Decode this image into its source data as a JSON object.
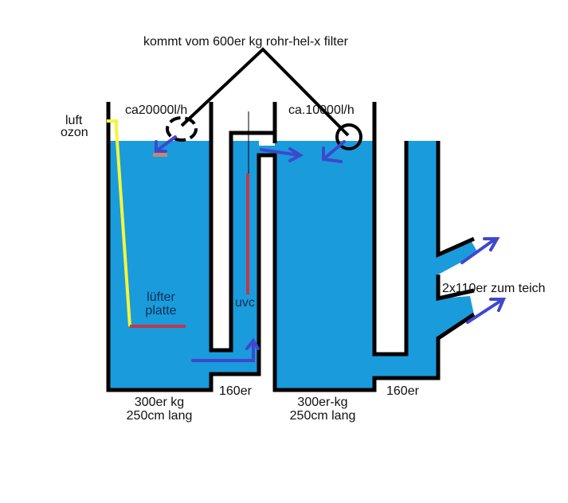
{
  "title": "kommt vom 600er kg rohr-hel-x filter",
  "labels": {
    "luft": "luft",
    "ozon": "ozon",
    "flow1": "ca20000l/h",
    "flow2": "ca.10000l/h",
    "luefter1": "lüfter",
    "luefter2": "platte",
    "uvc": "uvc",
    "outlet": "2x110er zum teich",
    "tank1_a": "300er kg",
    "tank1_b": "250cm lang",
    "pipe1": "160er",
    "tank2_a": "300er-kg",
    "tank2_b": "250cm lang",
    "pipe2": "160er"
  },
  "colors": {
    "water": "#1a9bdc",
    "wall": "#000000",
    "arrow": "#3f48cc",
    "air": "#f5f53a",
    "heater": "#c0394a"
  }
}
